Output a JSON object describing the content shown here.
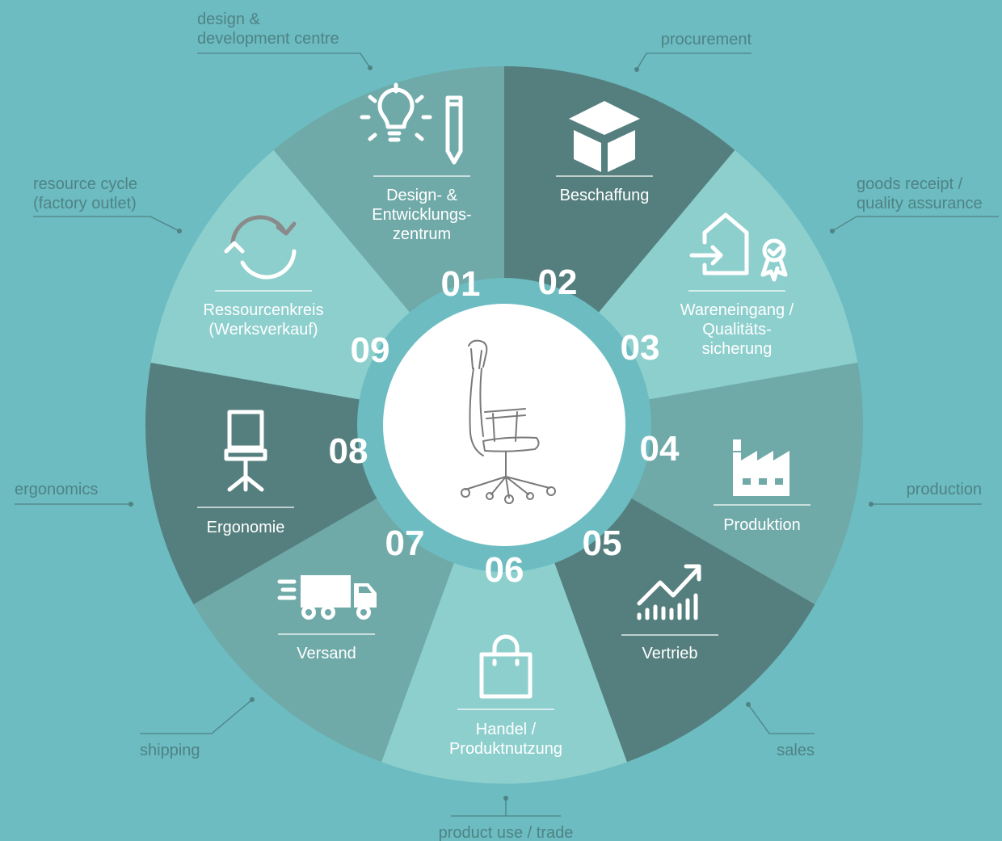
{
  "diagram": {
    "segments": [
      {
        "number": "01",
        "label_lines": [
          "Design- &",
          "Entwicklungs-",
          "zentrum"
        ],
        "external_lines": [
          "design &",
          "development centre"
        ],
        "icon": "lightbulb-pencil-icon",
        "color": "#6faaa8"
      },
      {
        "number": "02",
        "label_lines": [
          "Beschaffung"
        ],
        "external_lines": [
          "procurement"
        ],
        "icon": "box-icon",
        "color": "#557f7e"
      },
      {
        "number": "03",
        "label_lines": [
          "Wareneingang /",
          "Qualitäts-",
          "sicherung"
        ],
        "external_lines": [
          "goods receipt /",
          "quality assurance"
        ],
        "icon": "warehouse-certificate-icon",
        "color": "#8dcfcd"
      },
      {
        "number": "04",
        "label_lines": [
          "Produktion"
        ],
        "external_lines": [
          "production"
        ],
        "icon": "factory-icon",
        "color": "#6faaa8"
      },
      {
        "number": "05",
        "label_lines": [
          "Vertrieb"
        ],
        "external_lines": [
          "sales"
        ],
        "icon": "growth-chart-icon",
        "color": "#557f7e"
      },
      {
        "number": "06",
        "label_lines": [
          "Handel /",
          "Produktnutzung"
        ],
        "external_lines": [
          "product use / trade"
        ],
        "icon": "shopping-bag-icon",
        "color": "#8dcfcd"
      },
      {
        "number": "07",
        "label_lines": [
          "Versand"
        ],
        "external_lines": [
          "shipping"
        ],
        "icon": "truck-icon",
        "color": "#6faaa8"
      },
      {
        "number": "08",
        "label_lines": [
          "Ergonomie"
        ],
        "external_lines": [
          "ergonomics"
        ],
        "icon": "chair-icon",
        "color": "#557f7e"
      },
      {
        "number": "09",
        "label_lines": [
          "Ressourcenkreis",
          "(Werksverkauf)"
        ],
        "external_lines": [
          "resource cycle",
          "(factory outlet)"
        ],
        "icon": "recycle-arrows-icon",
        "color": "#8dcfcd"
      }
    ],
    "center_icon": "office-chair-icon",
    "colors": {
      "background": "#6cbcc1",
      "ring": "#6cbcc1",
      "center": "#ffffff",
      "text_dark": "#4f8385"
    }
  }
}
